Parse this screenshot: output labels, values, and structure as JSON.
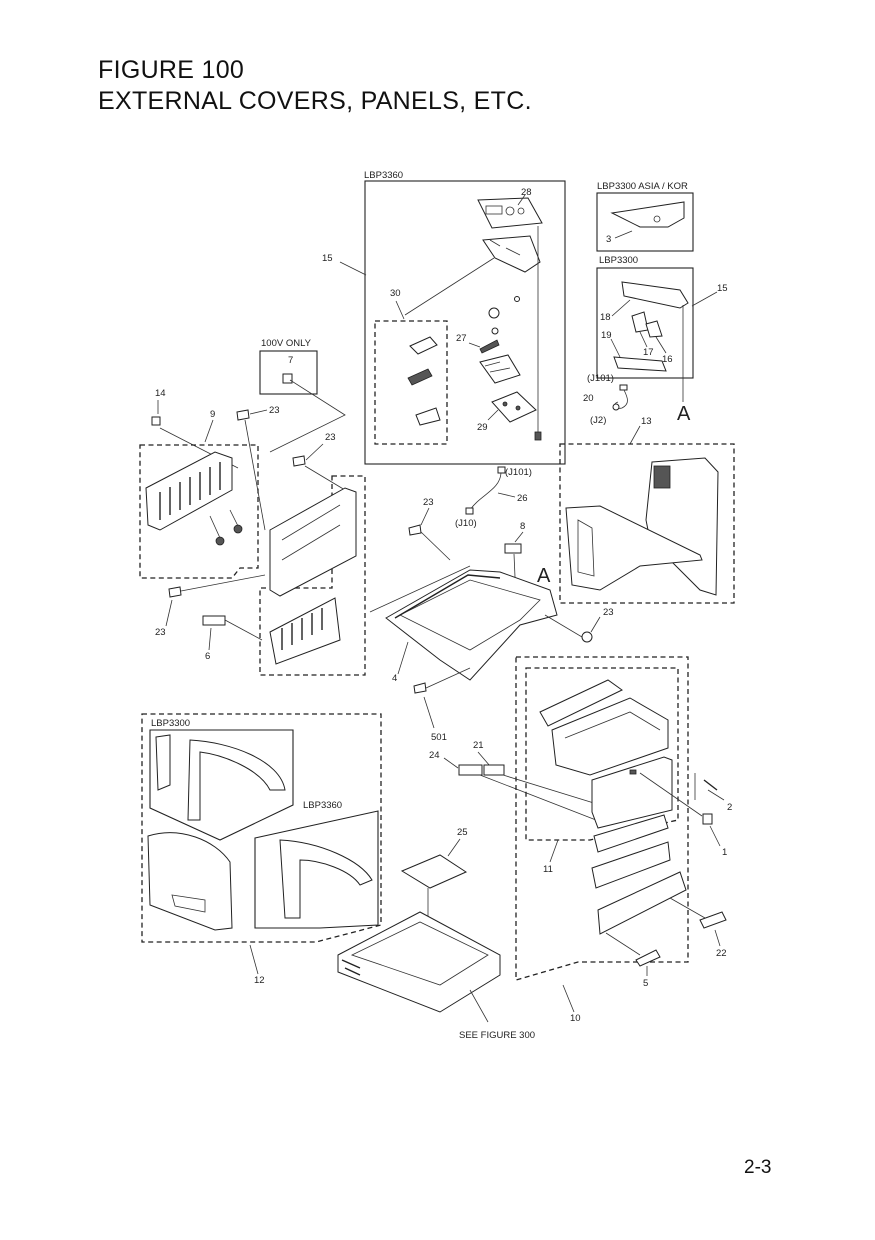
{
  "title": {
    "line1": "FIGURE 100",
    "line2": "EXTERNAL COVERS, PANELS, ETC."
  },
  "page_number": "2-3",
  "group_labels": {
    "lbp3360_top": "LBP3360",
    "lbp3300_asia_kor": "LBP3300 ASIA / KOR",
    "lbp3300_right": "LBP3300",
    "v100_only": "100V ONLY",
    "lbp3300_bottom": "LBP3300",
    "lbp3360_bottom": "LBP3360",
    "see_figure": "SEE FIGURE 300"
  },
  "connector_labels": {
    "j101_right": "(J101)",
    "j2": "(J2)",
    "j101_center": "(J101)",
    "j10": "(J10)"
  },
  "reference_marks": {
    "a_right": "A",
    "a_center": "A"
  },
  "callouts": {
    "c28": "28",
    "c15a": "15",
    "c30": "30",
    "c27": "27",
    "c29": "29",
    "c3": "3",
    "c15b": "15",
    "c18": "18",
    "c19": "19",
    "c17": "17",
    "c16": "16",
    "c20": "20",
    "c13": "13",
    "c7": "7",
    "c14": "14",
    "c9": "9",
    "c23a": "23",
    "c23b": "23",
    "c23c": "23",
    "c23d": "23",
    "c23e": "23",
    "c26": "26",
    "c8": "8",
    "c6": "6",
    "c4": "4",
    "c501": "501",
    "c21": "21",
    "c24": "24",
    "c2": "2",
    "c1": "1",
    "c11": "11",
    "c25": "25",
    "c12": "12",
    "c22": "22",
    "c5": "5",
    "c10": "10"
  },
  "icons": [
    "part-illustration",
    "screw-icon",
    "label-sticker-icon"
  ]
}
